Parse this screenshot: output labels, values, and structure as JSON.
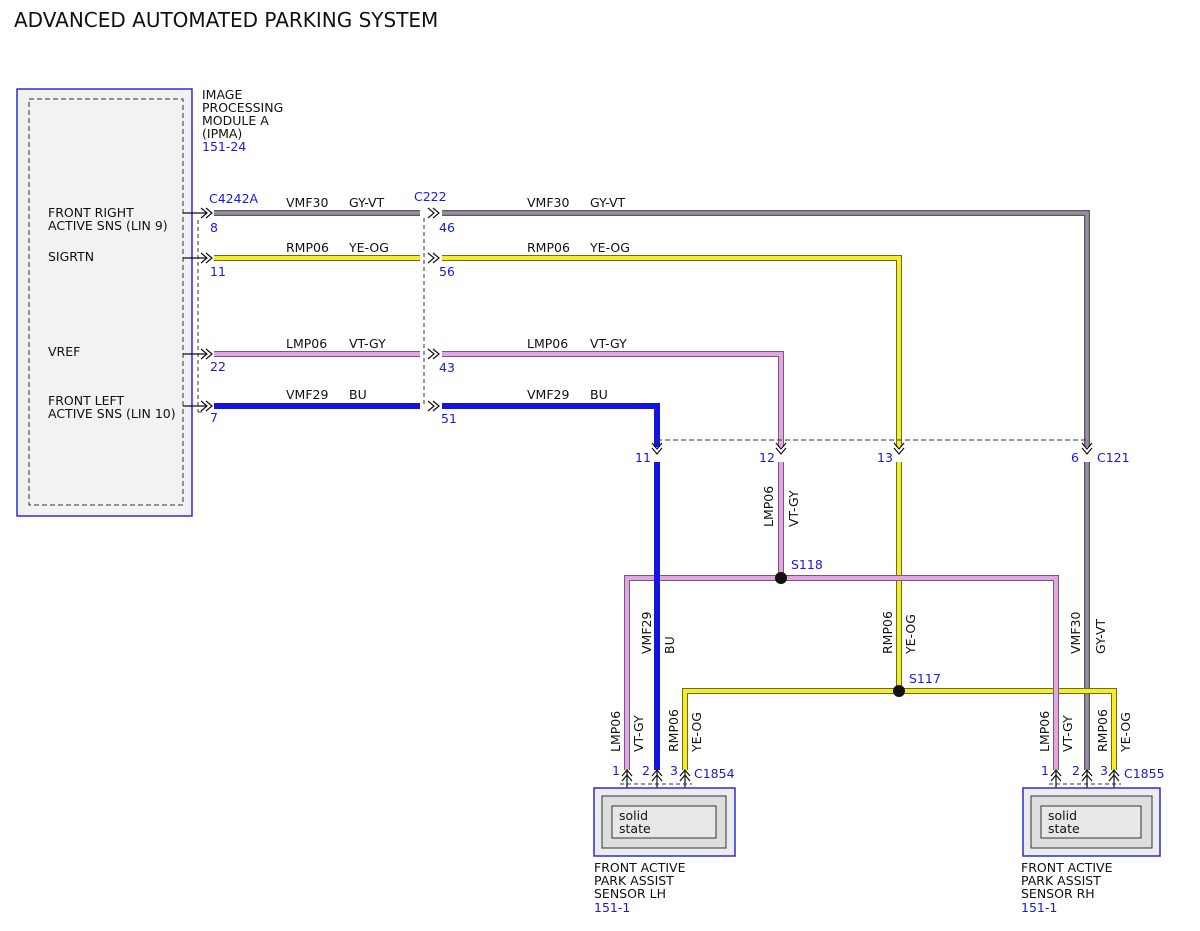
{
  "title": "ADVANCED AUTOMATED PARKING SYSTEM",
  "colors": {
    "module_border": "#2b2bd6",
    "ref_text": "#1a1adc",
    "gy_vt": "#8d8094",
    "ye_og": "#f2ea1c",
    "vt_gy": "#d79ad6",
    "bu": "#1414dd"
  },
  "module": {
    "name_lines": [
      "IMAGE",
      "PROCESSING",
      "MODULE A",
      "(IPMA)"
    ],
    "ref": "151-24",
    "connector": "C4242A",
    "pins": [
      {
        "label_lines": [
          "FRONT RIGHT",
          "ACTIVE SNS (LIN 9)"
        ],
        "pin": "8"
      },
      {
        "label_lines": [
          "SIGRTN"
        ],
        "pin": "11"
      },
      {
        "label_lines": [
          "VREF"
        ],
        "pin": "22"
      },
      {
        "label_lines": [
          "FRONT LEFT",
          "ACTIVE SNS (LIN 10)"
        ],
        "pin": "7"
      }
    ]
  },
  "inline_connector": {
    "name": "C222",
    "pins": [
      "46",
      "56",
      "43",
      "51"
    ]
  },
  "wires": [
    {
      "circuit": "VMF30",
      "color_code": "GY-VT"
    },
    {
      "circuit": "RMP06",
      "color_code": "YE-OG"
    },
    {
      "circuit": "LMP06",
      "color_code": "VT-GY"
    },
    {
      "circuit": "VMF29",
      "color_code": "BU"
    }
  ],
  "connector_c121": {
    "name": "C121",
    "pins": [
      "11",
      "12",
      "13",
      "6"
    ]
  },
  "splices": [
    "S118",
    "S117"
  ],
  "sensors": [
    {
      "connector": "C1854",
      "pins": [
        "1",
        "2",
        "3"
      ],
      "inner_lines": [
        "solid",
        "state"
      ],
      "name_lines": [
        "FRONT ACTIVE",
        "PARK ASSIST",
        "SENSOR LH"
      ],
      "ref": "151-1"
    },
    {
      "connector": "C1855",
      "pins": [
        "1",
        "2",
        "3"
      ],
      "inner_lines": [
        "solid",
        "state"
      ],
      "name_lines": [
        "FRONT ACTIVE",
        "PARK ASSIST",
        "SENSOR RH"
      ],
      "ref": "151-1"
    }
  ]
}
